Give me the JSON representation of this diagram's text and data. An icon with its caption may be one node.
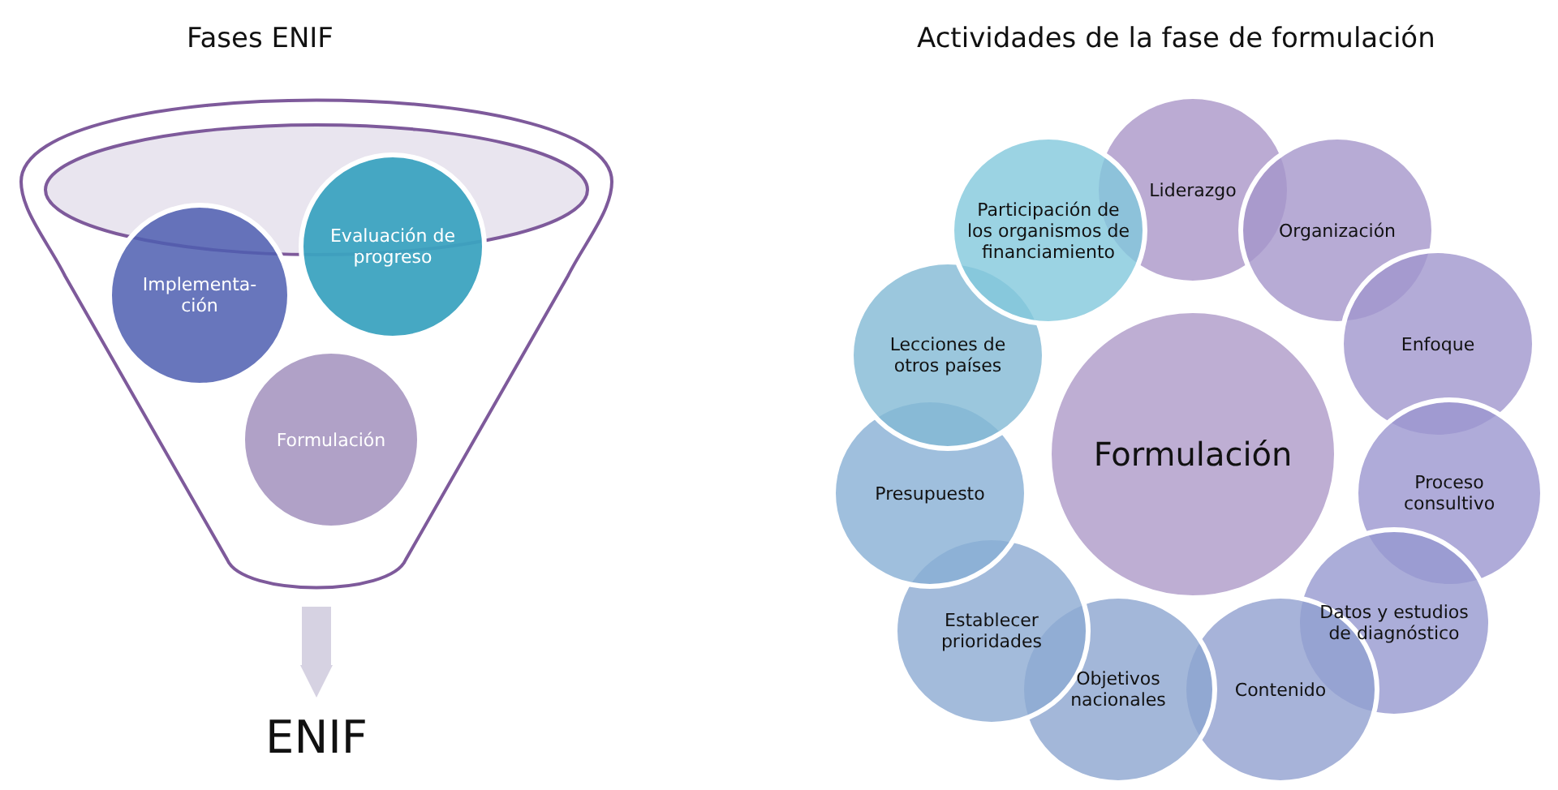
{
  "diagram": {
    "nodes": [
      {
        "text": [],
        "shape": "funnel"
      },
      {
        "text": [
          "Implementa- ción"
        ],
        "in": 0
      },
      {
        "text": [
          "Evaluación de progreso"
        ],
        "in": 0
      },
      {
        "text": [
          "Formulación"
        ],
        "in": 0
      },
      {
        "text": [
          "ENIF"
        ]
      },
      {
        "text": [
          "Formulación"
        ]
      },
      {
        "text": [
          "Liderazgo"
        ]
      },
      {
        "text": [
          "Organización"
        ]
      },
      {
        "text": [
          "Enfoque"
        ]
      },
      {
        "text": [
          "Proceso consultivo"
        ]
      },
      {
        "text": [
          "Datos y estudios de diagnóstico"
        ]
      },
      {
        "text": [
          "Contenido"
        ]
      },
      {
        "text": [
          "Objetivos nacionales"
        ]
      },
      {
        "text": [
          "Establecer prioridades"
        ]
      },
      {
        "text": [
          "Presupuesto"
        ]
      },
      {
        "text": [
          "Lecciones de otros países"
        ]
      },
      {
        "text": [
          "Participación de los organismos de financiamiento"
        ]
      }
    ],
    "edges": [
      {
        "from": 0,
        "to": 4,
        "arrow": "to"
      }
    ],
    "labels": [
      "Fases ENIF",
      "Actividades de la fase de formulación"
    ]
  }
}
